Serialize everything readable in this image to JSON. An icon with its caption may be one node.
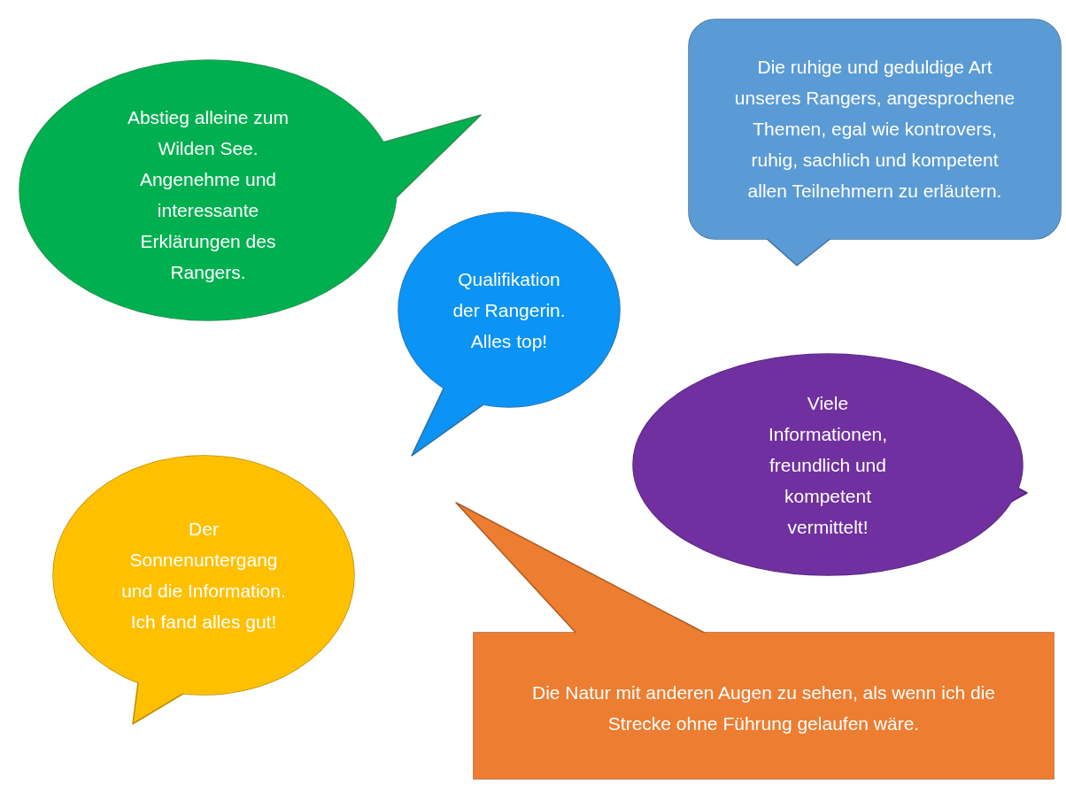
{
  "diagram": {
    "nodes": [
      {
        "text": [
          "Abstieg alleine zum Wilden See. Angenehme und interessante Erklärungen des Rangers."
        ]
      },
      {
        "text": [
          "Die ruhige und geduldige Art unseres Rangers, angesprochene Themen, egal wie kontrovers, ruhig, sachlich und kompetent allen Teilnehmern zu erläutern."
        ]
      },
      {
        "text": [
          "Qualifikation der Rangerin. Alles top!"
        ]
      },
      {
        "text": [
          "Viele Informationen, freundlich und kompetent vermittelt!"
        ]
      },
      {
        "text": [
          "Der Sonnenuntergang und die Information. Ich fand alles gut!"
        ]
      },
      {
        "text": [
          "Die Natur mit anderen Augen zu sehen, als wenn ich die Strecke ohne Führung gelaufen wäre."
        ]
      }
    ]
  }
}
